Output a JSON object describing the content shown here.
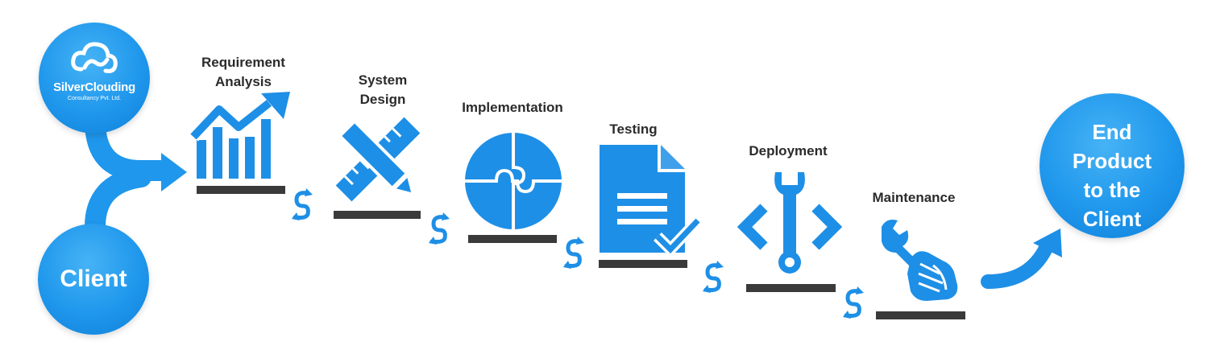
{
  "colors": {
    "accent": "#1e8fe6",
    "bar": "#3a3a3a",
    "label": "#2b2b2b"
  },
  "brand": {
    "name": "SilverClouding",
    "tagline": "Consultancy Pvt. Ltd."
  },
  "client": {
    "label": "Client"
  },
  "steps": [
    {
      "line1": "Requirement",
      "line2": "Analysis",
      "icon": "growth-chart-icon"
    },
    {
      "line1": "System",
      "line2": "Design",
      "icon": "pencil-ruler-icon"
    },
    {
      "line1": "Implementation",
      "line2": "",
      "icon": "puzzle-icon"
    },
    {
      "line1": "Testing",
      "line2": "",
      "icon": "document-check-icon"
    },
    {
      "line1": "Deployment",
      "line2": "",
      "icon": "code-wrench-icon"
    },
    {
      "line1": "Maintenance",
      "line2": "",
      "icon": "hand-wrench-icon"
    }
  ],
  "end": {
    "line1": "End",
    "line2": "Product",
    "line3": "to the",
    "line4": "Client"
  }
}
